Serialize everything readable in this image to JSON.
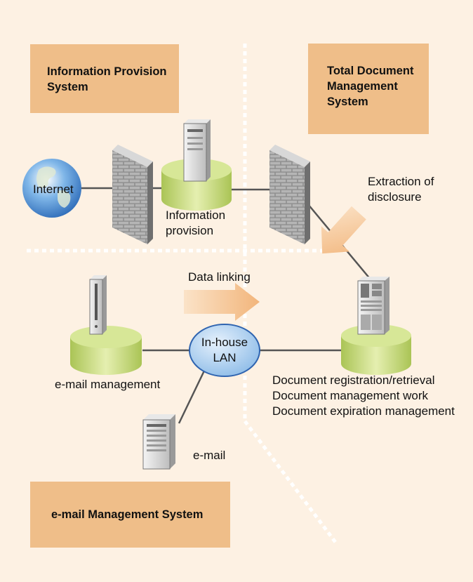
{
  "sections": {
    "info_provision": "Information Provision System",
    "total_doc": "Total Document Management System",
    "email_mgmt": "e-mail Management System"
  },
  "nodes": {
    "internet": "Internet",
    "info_provision_server": "Information provision",
    "email_management_server": "e-mail management",
    "email_client": "e-mail",
    "lan": "In-house LAN"
  },
  "annotations": {
    "data_linking": "Data linking",
    "extraction": "Extraction of disclosure",
    "doc_functions": [
      "Document registration/retrieval",
      "Document management work",
      "Document expiration management"
    ]
  },
  "colors": {
    "background": "#fdf1e3",
    "section_box": "#efbe89",
    "disk": "#c7dc79",
    "lan": "#9fc6ee",
    "arrow": "#f6cda0"
  }
}
